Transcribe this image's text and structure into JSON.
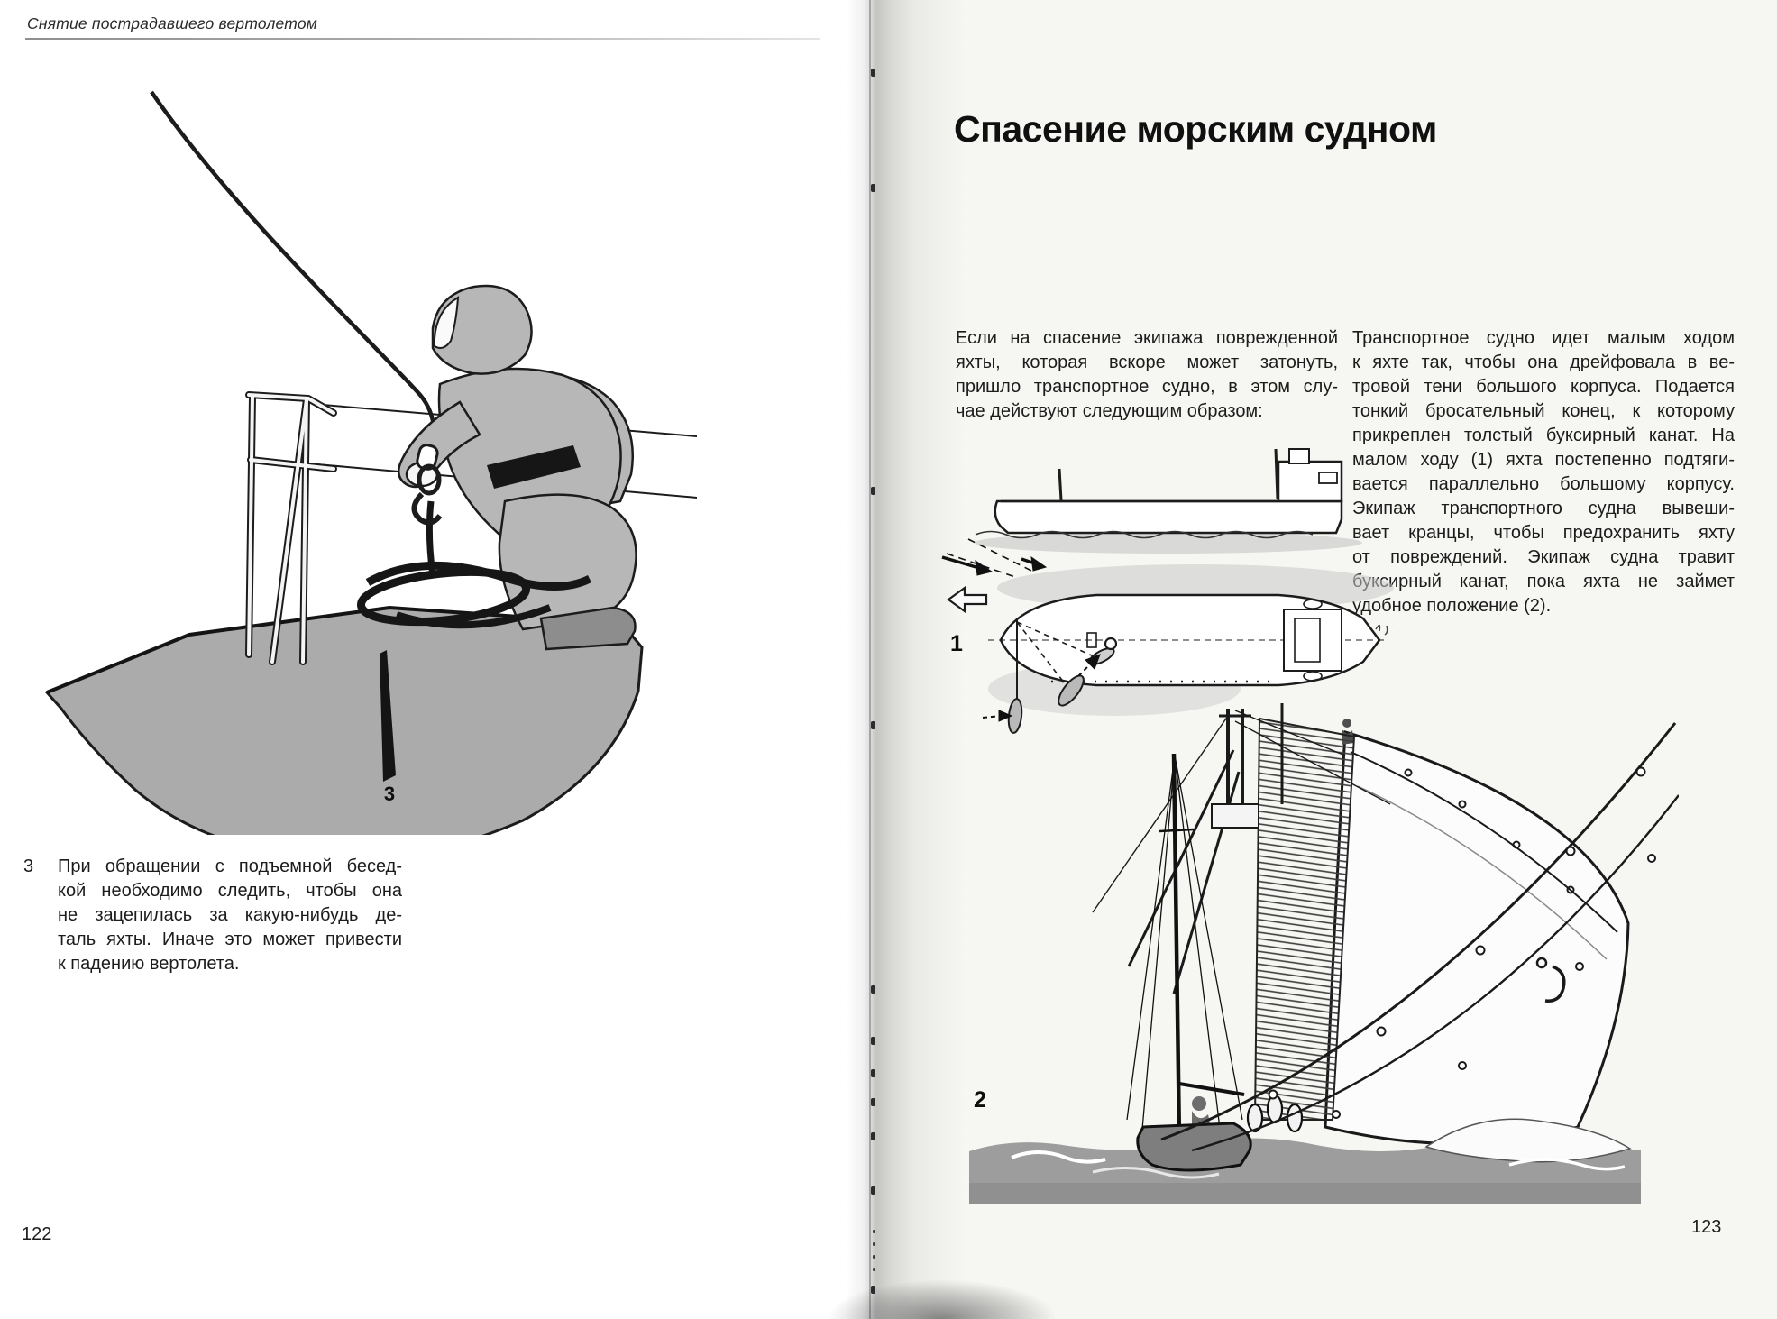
{
  "left_page": {
    "header": "Снятие пострадавшего вертолетом",
    "figure_marker": "3",
    "caption": {
      "number": "3",
      "lines": [
        "При обращении с подъемной бесед-",
        "кой необходимо следить, чтобы она",
        "не зацепилась за какую-нибудь де-",
        "таль яхты. Иначе это может привести",
        "к падению вертолета."
      ]
    },
    "page_number": "122"
  },
  "right_page": {
    "title": "Спасение морским судном",
    "intro_lines": [
      "Если на спасение экипажа поврежденной",
      "яхты, которая вскоре может затонуть,",
      "пришло транспортное судно, в этом слу-",
      "чае действуют следующим образом:"
    ],
    "body_lines": [
      "Транспортное судно идет малым ходом",
      "к яхте так, чтобы она дрейфовала в ве-",
      "тровой тени большого корпуса. Подается",
      "тонкий бросательный конец, к которому",
      "прикреплен толстый буксирный канат. На",
      "малом ходу (1) яхта постепенно подтяги-",
      "вается параллельно большому корпусу.",
      "Экипаж транспортного судна вывеши-",
      "вает кранцы, чтобы предохранить яхту",
      "от повреждений. Экипаж судна травит",
      "буксирный канат, пока яхта не займет",
      "удобное положение (2)."
    ],
    "figure1_label": "1",
    "figure2_label": "2",
    "page_number": "123"
  },
  "colors": {
    "paper_left": "#ffffff",
    "paper_right": "#f6f6f3",
    "ink": "#1c1c1c",
    "illustration_grey": "#b5b5b5",
    "hull_grey": "#ababab",
    "water_grey": "#9d9d9d"
  }
}
